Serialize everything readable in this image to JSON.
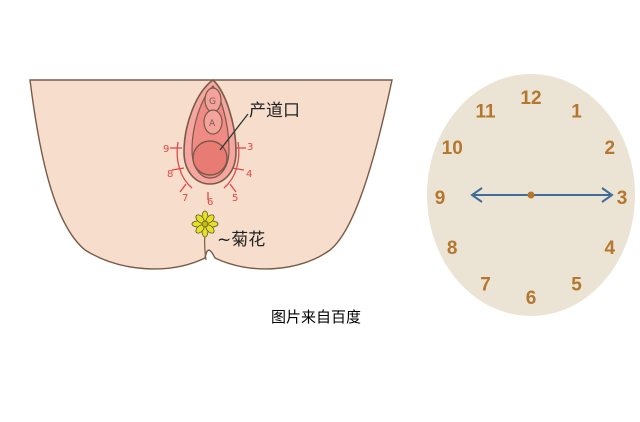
{
  "left_diagram": {
    "label_vaginal_opening": "产道口",
    "label_anus": "~菊花",
    "small_labels": [
      "G",
      "A"
    ],
    "around_numbers": [
      "9",
      "3",
      "8",
      "4",
      "7",
      "6",
      "5"
    ]
  },
  "clock": {
    "numbers": [
      "12",
      "1",
      "2",
      "3",
      "4",
      "5",
      "6",
      "7",
      "8",
      "9",
      "10",
      "11"
    ],
    "face_color": "#ebe4d4",
    "number_color": "#b5762e",
    "hand_color": "#3f6c98"
  },
  "caption": "图片来自百度",
  "colors": {
    "skin": "#f7ddcc",
    "outline": "#7a5a48",
    "mucosa": "#f3a09b",
    "inner": "#e87b74",
    "red_lines": "#e04848",
    "anus_flower": "#e8e025",
    "ring_dots": "#b37a35"
  }
}
